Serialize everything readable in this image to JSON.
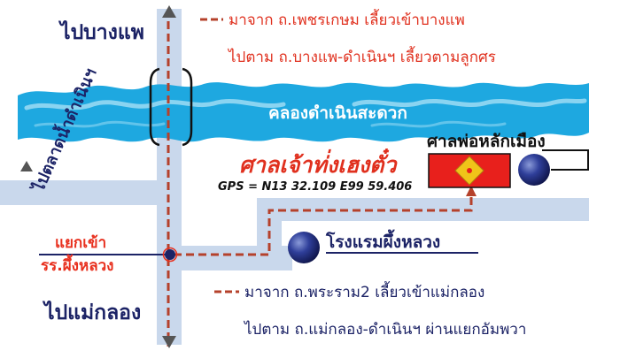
{
  "labels": {
    "to_bang_phae": "ไปบางแพ",
    "to_talat_damnoen": "ไปตลาดน้ำดำเนินฯ",
    "to_mae_klong": "ไปแม่กลอง",
    "canal": "คลองดำเนินสะดวก",
    "shrine": "ศาลเจ้าท่่งเฮงตั๋ว",
    "gps": "GPS = N13 32.109 E99 59.406",
    "city_pillar": "ศาลพ่อหลักเมือง",
    "hotel": "โรงแรมผึ้งหลวง",
    "junction_line1": "แยกเข้า",
    "junction_line2": "รร.ผึ้งหลวง"
  },
  "directions": {
    "top_line1": "มาจาก ถ.เพชรเกษม เลี้ยวเข้าบางแพ",
    "top_line2": "ไปตาม ถ.บางแพ-ดำเนินฯ เลี้ยวตามลูกศร",
    "bottom_line1": "มาจาก ถ.พระราม2 เลี้ยวเข้าแม่กลอง",
    "bottom_line2": "ไปตาม ถ.แม่กลอง-ดำเนินฯ ผ่านแยกอัมพวา"
  },
  "colors": {
    "road": "#c9d8ec",
    "canal": "#1ea8e0",
    "canal_light": "#a5dff5",
    "route": "#b5412b",
    "shrine_text": "#e0301e",
    "shrine_box": "#e8201c",
    "diamond": "#f0c419",
    "navy": "#1c2366",
    "junction_text": "#e8301e"
  }
}
